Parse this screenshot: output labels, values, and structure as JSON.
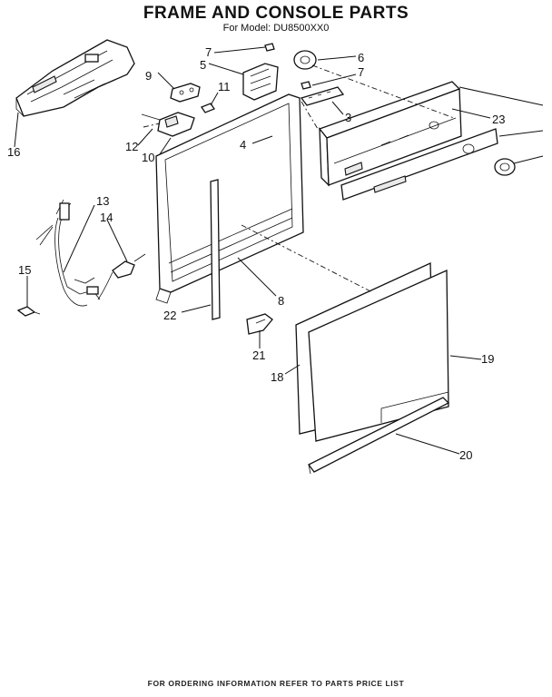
{
  "header": {
    "title": "FRAME AND CONSOLE PARTS",
    "subtitle": "For Model: DU8500XX0"
  },
  "footer": {
    "note": "FOR ORDERING INFORMATION REFER TO PARTS PRICE LIST"
  },
  "callouts": {
    "c3": "3",
    "c4": "4",
    "c5": "5",
    "c6": "6",
    "c7a": "7",
    "c7b": "7",
    "c8": "8",
    "c9": "9",
    "c10": "10",
    "c11": "11",
    "c12": "12",
    "c13": "13",
    "c14": "14",
    "c15": "15",
    "c16": "16",
    "c18": "18",
    "c19": "19",
    "c20": "20",
    "c21": "21",
    "c22": "22",
    "c23": "23"
  }
}
